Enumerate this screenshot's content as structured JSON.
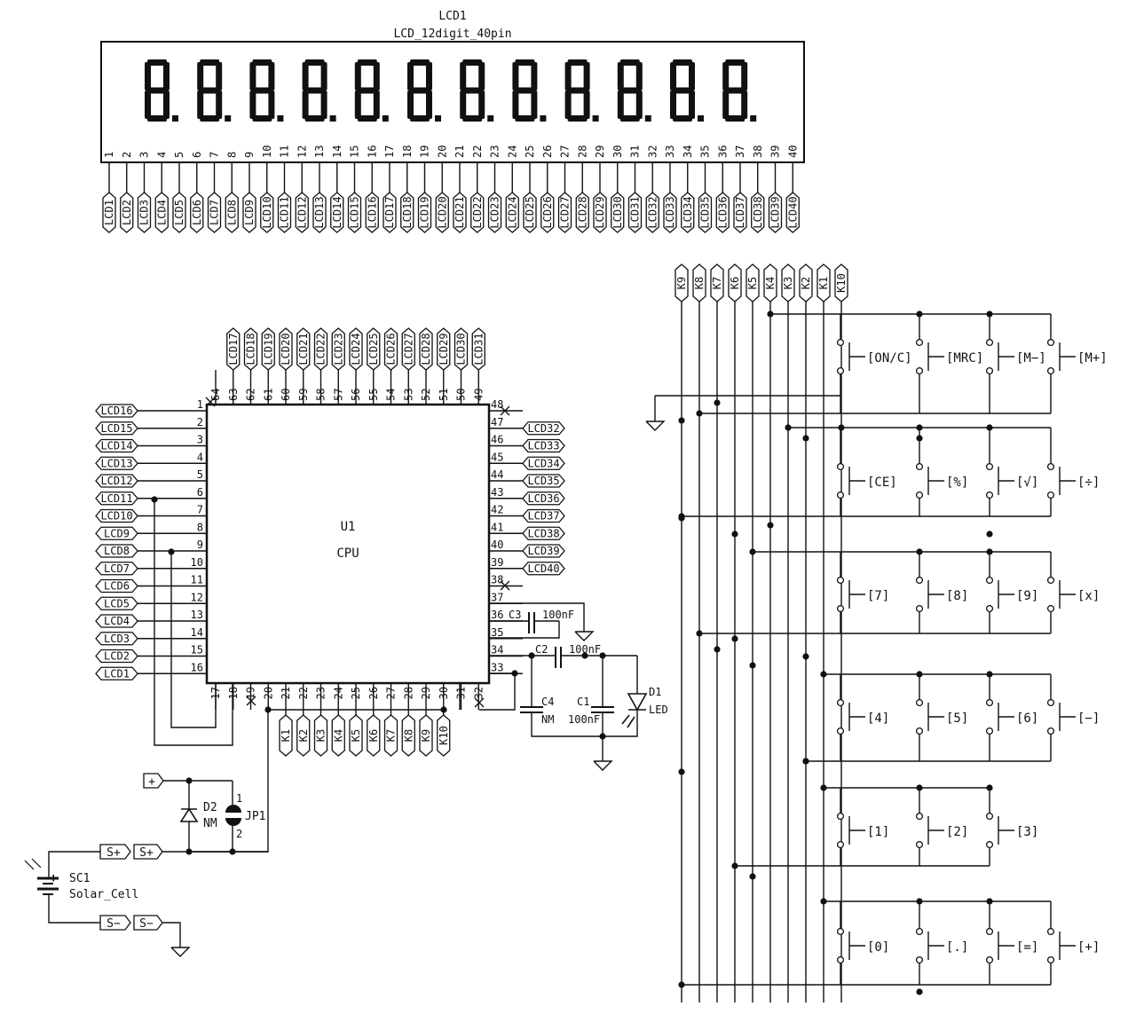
{
  "lcd": {
    "ref": "LCD1",
    "value": "LCD_12digit_40pin",
    "digit_count": 12,
    "pin_numbers": [
      "1",
      "2",
      "3",
      "4",
      "5",
      "6",
      "7",
      "8",
      "9",
      "10",
      "11",
      "12",
      "13",
      "14",
      "15",
      "16",
      "17",
      "18",
      "19",
      "20",
      "21",
      "22",
      "23",
      "24",
      "25",
      "26",
      "27",
      "28",
      "29",
      "30",
      "31",
      "32",
      "33",
      "34",
      "35",
      "36",
      "37",
      "38",
      "39",
      "40"
    ],
    "net_labels": [
      "LCD1",
      "LCD2",
      "LCD3",
      "LCD4",
      "LCD5",
      "LCD6",
      "LCD7",
      "LCD8",
      "LCD9",
      "LCD10",
      "LCD11",
      "LCD12",
      "LCD13",
      "LCD14",
      "LCD15",
      "LCD16",
      "LCD17",
      "LCD18",
      "LCD19",
      "LCD20",
      "LCD21",
      "LCD22",
      "LCD23",
      "LCD24",
      "LCD25",
      "LCD26",
      "LCD27",
      "LCD28",
      "LCD29",
      "LCD30",
      "LCD31",
      "LCD32",
      "LCD33",
      "LCD34",
      "LCD35",
      "LCD36",
      "LCD37",
      "LCD38",
      "LCD39",
      "LCD40"
    ]
  },
  "cpu": {
    "ref": "U1",
    "value": "CPU",
    "left_pins": [
      {
        "num": "1",
        "net": "LCD16"
      },
      {
        "num": "2",
        "net": "LCD15"
      },
      {
        "num": "3",
        "net": "LCD14"
      },
      {
        "num": "4",
        "net": "LCD13"
      },
      {
        "num": "5",
        "net": "LCD12"
      },
      {
        "num": "6",
        "net": "LCD11"
      },
      {
        "num": "7",
        "net": "LCD10"
      },
      {
        "num": "8",
        "net": "LCD9"
      },
      {
        "num": "9",
        "net": "LCD8"
      },
      {
        "num": "10",
        "net": "LCD7"
      },
      {
        "num": "11",
        "net": "LCD6"
      },
      {
        "num": "12",
        "net": "LCD5"
      },
      {
        "num": "13",
        "net": "LCD4"
      },
      {
        "num": "14",
        "net": "LCD3"
      },
      {
        "num": "15",
        "net": "LCD2"
      },
      {
        "num": "16",
        "net": "LCD1"
      }
    ],
    "right_pins": [
      {
        "num": "48",
        "net": ""
      },
      {
        "num": "47",
        "net": "LCD32"
      },
      {
        "num": "46",
        "net": "LCD33"
      },
      {
        "num": "45",
        "net": "LCD34"
      },
      {
        "num": "44",
        "net": "LCD35"
      },
      {
        "num": "43",
        "net": "LCD36"
      },
      {
        "num": "42",
        "net": "LCD37"
      },
      {
        "num": "41",
        "net": "LCD38"
      },
      {
        "num": "40",
        "net": "LCD39"
      },
      {
        "num": "39",
        "net": "LCD40"
      },
      {
        "num": "38",
        "net": ""
      },
      {
        "num": "37",
        "net": ""
      },
      {
        "num": "36",
        "net": ""
      },
      {
        "num": "35",
        "net": ""
      },
      {
        "num": "34",
        "net": ""
      },
      {
        "num": "33",
        "net": ""
      }
    ],
    "top_pins": [
      {
        "num": "64",
        "net": ""
      },
      {
        "num": "63",
        "net": "LCD17"
      },
      {
        "num": "62",
        "net": "LCD18"
      },
      {
        "num": "61",
        "net": "LCD19"
      },
      {
        "num": "60",
        "net": "LCD20"
      },
      {
        "num": "59",
        "net": "LCD21"
      },
      {
        "num": "58",
        "net": "LCD22"
      },
      {
        "num": "57",
        "net": "LCD23"
      },
      {
        "num": "56",
        "net": "LCD24"
      },
      {
        "num": "55",
        "net": "LCD25"
      },
      {
        "num": "54",
        "net": "LCD26"
      },
      {
        "num": "53",
        "net": "LCD27"
      },
      {
        "num": "52",
        "net": "LCD28"
      },
      {
        "num": "51",
        "net": "LCD29"
      },
      {
        "num": "50",
        "net": "LCD30"
      },
      {
        "num": "49",
        "net": "LCD31"
      }
    ],
    "bottom_pins": [
      {
        "num": "17",
        "net": ""
      },
      {
        "num": "18",
        "net": ""
      },
      {
        "num": "19",
        "net": ""
      },
      {
        "num": "20",
        "net": ""
      },
      {
        "num": "21",
        "net": "K1"
      },
      {
        "num": "22",
        "net": "K2"
      },
      {
        "num": "23",
        "net": "K3"
      },
      {
        "num": "24",
        "net": "K4"
      },
      {
        "num": "25",
        "net": "K5"
      },
      {
        "num": "26",
        "net": "K6"
      },
      {
        "num": "27",
        "net": "K7"
      },
      {
        "num": "28",
        "net": "K8"
      },
      {
        "num": "29",
        "net": "K9"
      },
      {
        "num": "30",
        "net": "K10"
      },
      {
        "num": "31",
        "net": ""
      },
      {
        "num": "32",
        "net": ""
      }
    ]
  },
  "passives": {
    "c3": {
      "ref": "C3",
      "value": "100nF"
    },
    "c2": {
      "ref": "C2",
      "value": "100nF"
    },
    "c4": {
      "ref": "C4",
      "value": "NM"
    },
    "c1": {
      "ref": "C1",
      "value": "100nF"
    },
    "d1": {
      "ref": "D1",
      "value": "LED"
    },
    "d2": {
      "ref": "D2",
      "value": "NM"
    },
    "jp1": {
      "ref": "JP1",
      "pin1": "1",
      "pin2": "2"
    },
    "sc1": {
      "ref": "SC1",
      "value": "Solar_Cell",
      "polarity": "+"
    }
  },
  "power_labels": {
    "plus": "+",
    "splus": "S+",
    "sminus": "S−"
  },
  "keypad": {
    "nets": [
      "K9",
      "K8",
      "K7",
      "K6",
      "K5",
      "K4",
      "K3",
      "K2",
      "K1",
      "K10"
    ],
    "keys": [
      [
        "[ON/C]",
        "[MRC]",
        "[M−]",
        "[M+]"
      ],
      [
        "[CE]",
        "[%]",
        "[√]",
        "[÷]"
      ],
      [
        "[7]",
        "[8]",
        "[9]",
        "[x]"
      ],
      [
        "[4]",
        "[5]",
        "[6]",
        "[−]"
      ],
      [
        "[1]",
        "[2]",
        "[3]",
        ""
      ],
      [
        "[0]",
        "[.]",
        "[=]",
        "[+]"
      ]
    ]
  }
}
